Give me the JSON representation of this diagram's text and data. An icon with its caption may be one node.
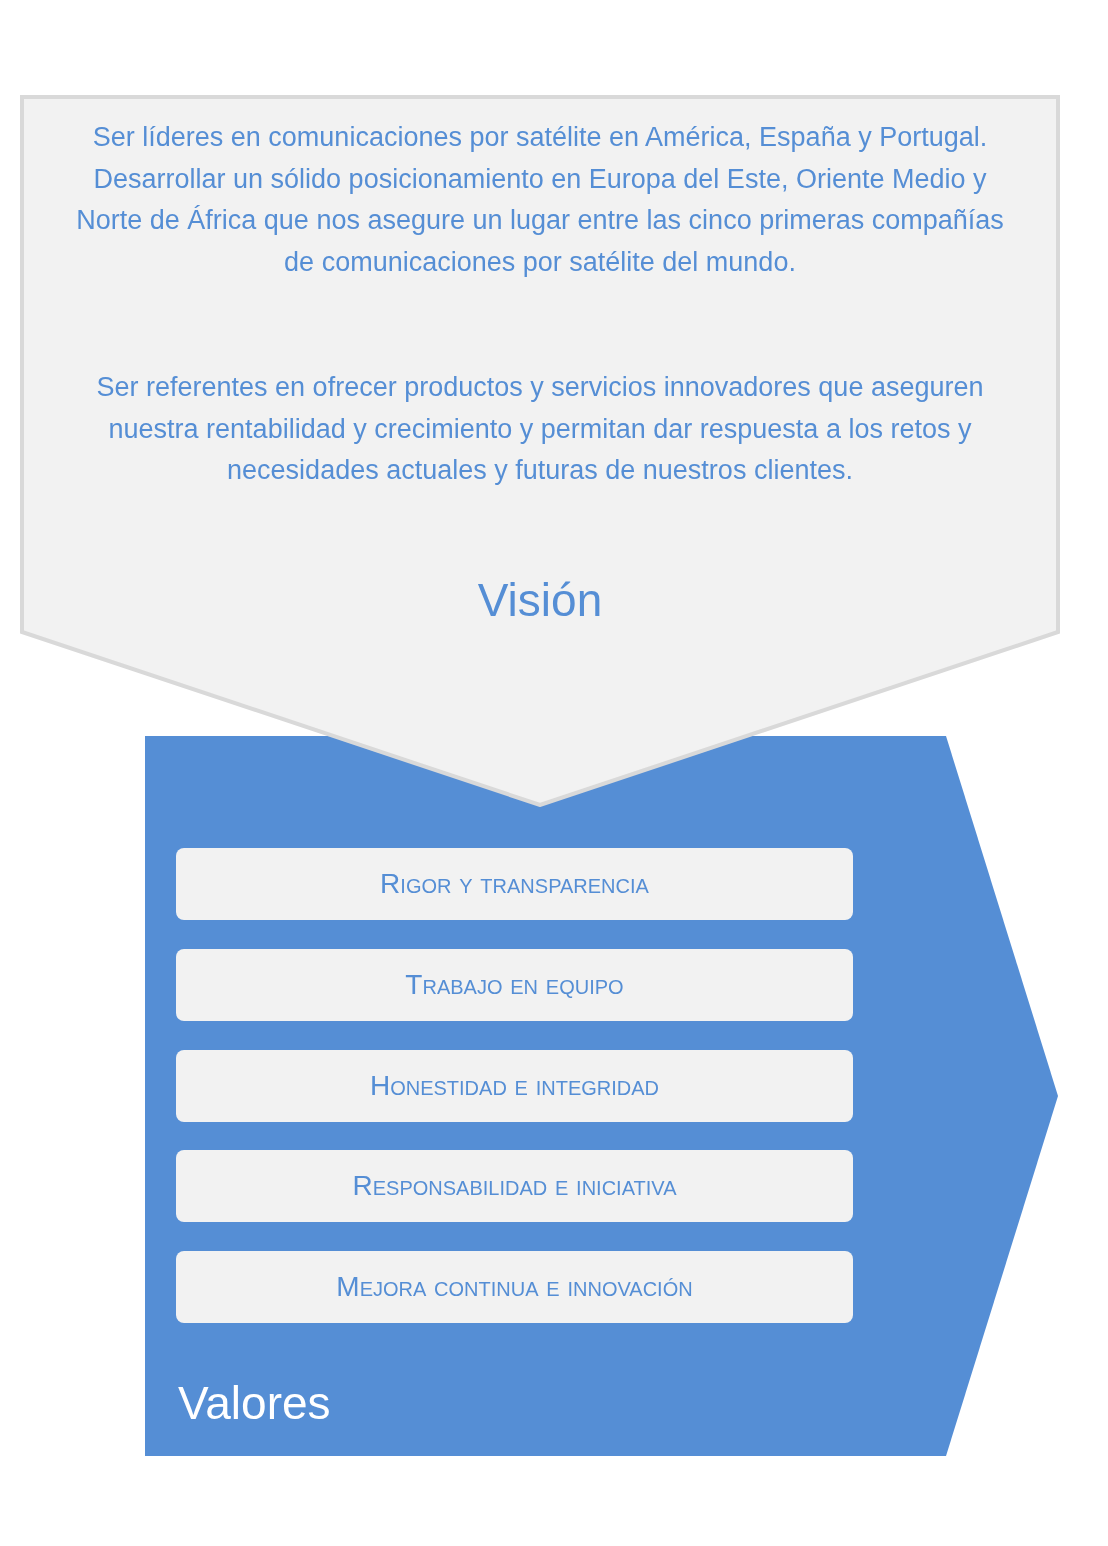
{
  "diagram": {
    "nodes": [
      {
        "text": [
          "Ser líderes en comunicaciones por satélite en América, España y Portugal. Desarrollar un sólido posicionamiento en Europa del Este, Oriente Medio y Norte de África que nos asegure un lugar entre las cinco primeras compañías de comunicaciones por satélite del mundo.",
          "Ser referentes en ofrecer productos y servicios innovadores que aseguren nuestra rentabilidad y crecimiento y permitan dar respuesta a los retos y necesidades actuales y futuras de nuestros clientes.",
          "Visión"
        ]
      },
      {
        "text": [
          "Valores"
        ]
      },
      {
        "text": [
          "Rigor y transparencia"
        ],
        "in": 1
      },
      {
        "text": [
          "Trabajo en equipo"
        ],
        "in": 1
      },
      {
        "text": [
          "Honestidad e integridad"
        ],
        "in": 1
      },
      {
        "text": [
          "Responsabilidad e iniciativa"
        ],
        "in": 1
      },
      {
        "text": [
          "Mejora continua e innovación"
        ],
        "in": 1
      }
    ]
  }
}
